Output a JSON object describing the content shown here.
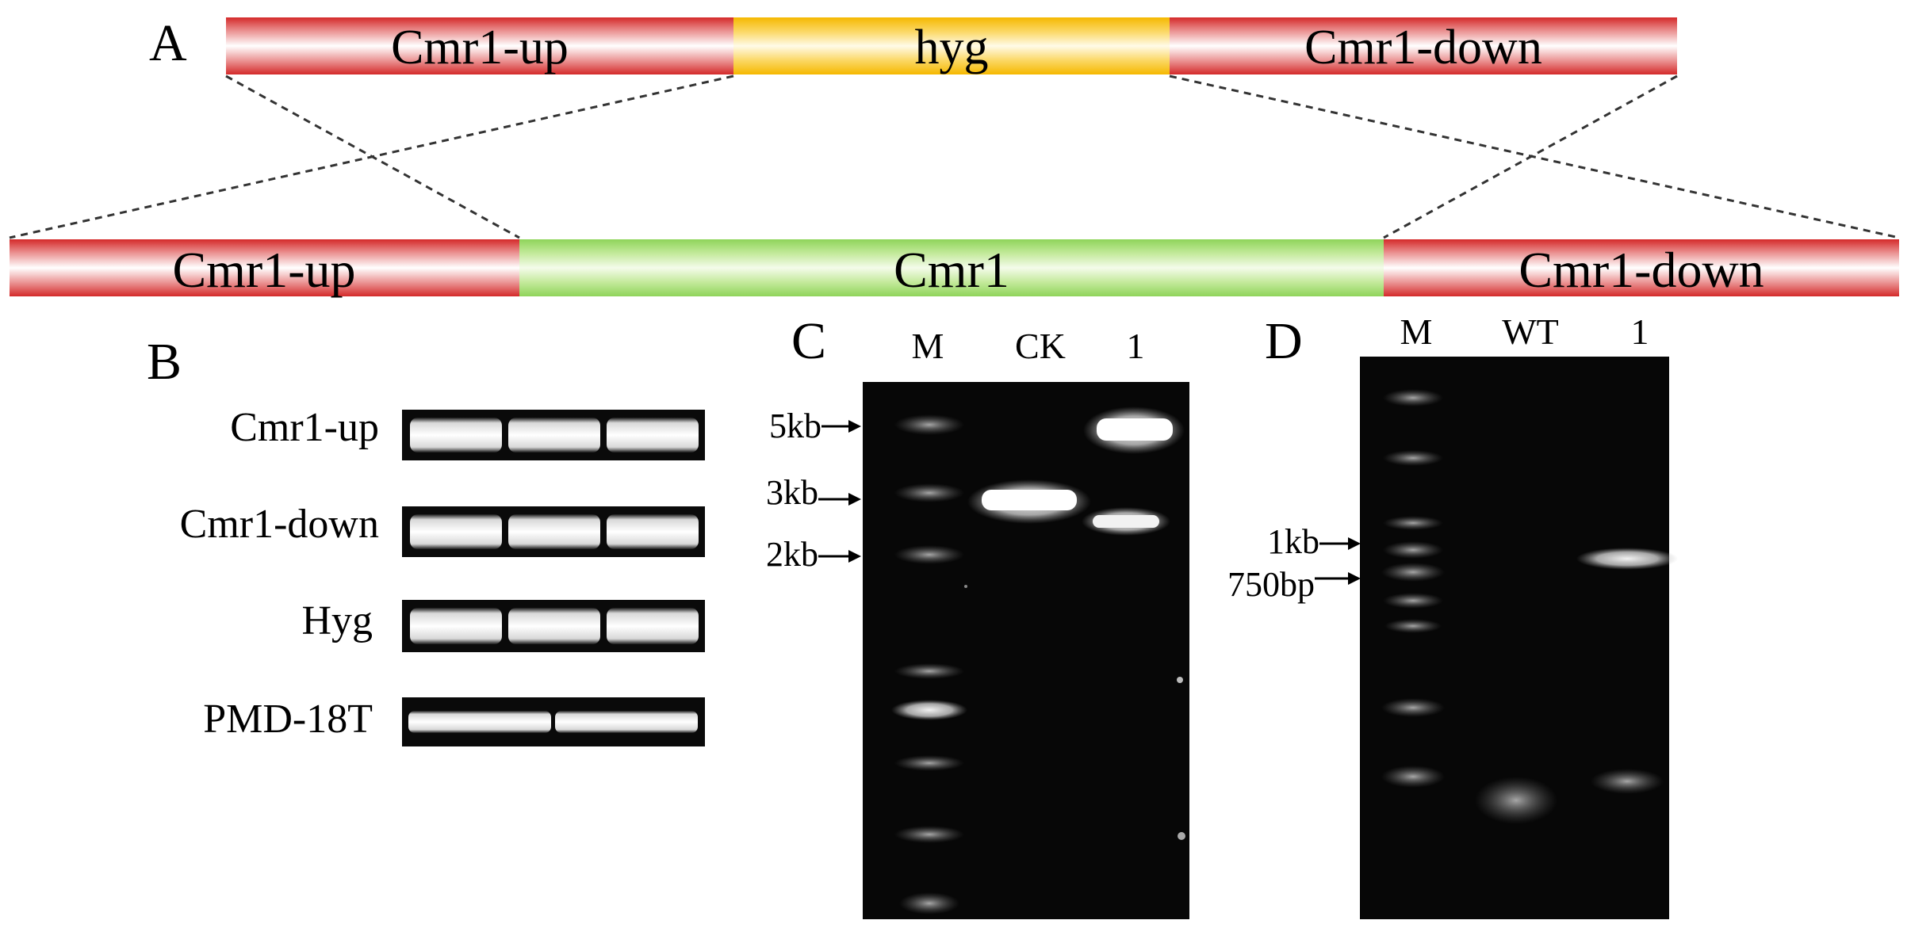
{
  "panel_a": {
    "label": "A",
    "construct": [
      "Cmr1-up",
      "hyg",
      "Cmr1-down"
    ],
    "genome": [
      "Cmr1-up",
      "Cmr1",
      "Cmr1-down"
    ]
  },
  "panel_b": {
    "label": "B",
    "rows": [
      "Cmr1-up",
      "Cmr1-down",
      "Hyg",
      "PMD-18T"
    ]
  },
  "panel_c": {
    "label": "C",
    "lanes": [
      "M",
      "CK",
      "1"
    ],
    "markers": [
      "5kb",
      "3kb",
      "2kb"
    ]
  },
  "panel_d": {
    "label": "D",
    "lanes": [
      "M",
      "WT",
      "1"
    ],
    "markers": [
      "1kb",
      "750bp"
    ]
  },
  "colors": {
    "red_bar": "#d42a2a",
    "yellow_bar": "#f5b800",
    "green_bar": "#8fd45a",
    "gel": "#070707"
  }
}
